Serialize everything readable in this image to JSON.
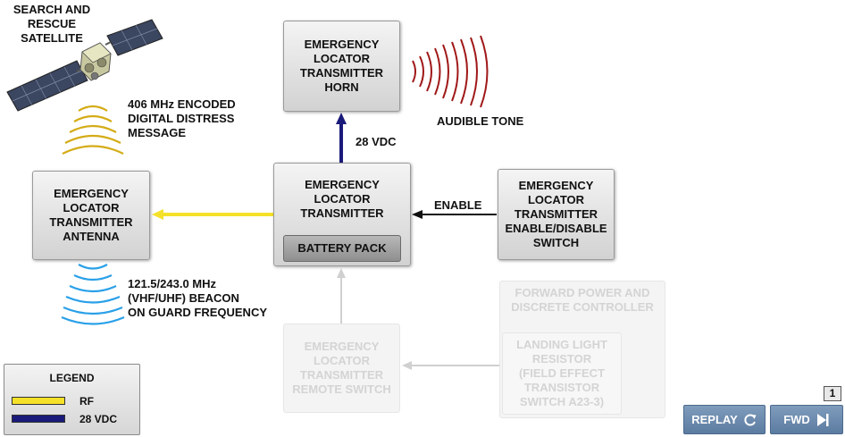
{
  "satellite": {
    "label": "SEARCH AND\nRESCUE\nSATELLITE"
  },
  "signals": {
    "distress_406": "406 MHz ENCODED\nDIGITAL DISTRESS\nMESSAGE",
    "beacon_121": "121.5/243.0 MHz\n(VHF/UHF) BEACON\nON GUARD FREQUENCY",
    "audible_tone": "AUDIBLE TONE"
  },
  "boxes": {
    "horn": "EMERGENCY\nLOCATOR\nTRANSMITTER\nHORN",
    "antenna": "EMERGENCY\nLOCATOR\nTRANSMITTER\nANTENNA",
    "transmitter": "EMERGENCY\nLOCATOR\nTRANSMITTER",
    "battery": "BATTERY PACK",
    "enable_switch": "EMERGENCY\nLOCATOR\nTRANSMITTER\nENABLE/DISABLE\nSWITCH",
    "remote_switch": "EMERGENCY\nLOCATOR\nTRANSMITTER\nREMOTE SWITCH",
    "forward_power": "FORWARD POWER AND\nDISCRETE CONTROLLER",
    "landing_light": "LANDING LIGHT\nRESISTOR\n(FIELD EFFECT\nTRANSISTOR\nSWITCH A23-3)"
  },
  "connections": {
    "vdc_label": "28 VDC",
    "enable_label": "ENABLE"
  },
  "legend": {
    "title": "LEGEND",
    "items": [
      {
        "label": "RF",
        "color": "#f5e12a"
      },
      {
        "label": "28 VDC",
        "color": "#1a1a7a"
      }
    ]
  },
  "controls": {
    "page_number": "1",
    "replay_label": "REPLAY",
    "fwd_label": "FWD"
  },
  "colors": {
    "rf": "#f5e12a",
    "vdc": "#1a1a7a",
    "gold_waves": "#d4ac16",
    "blue_waves": "#2aa0e8",
    "horn_waves": "#a01818"
  }
}
